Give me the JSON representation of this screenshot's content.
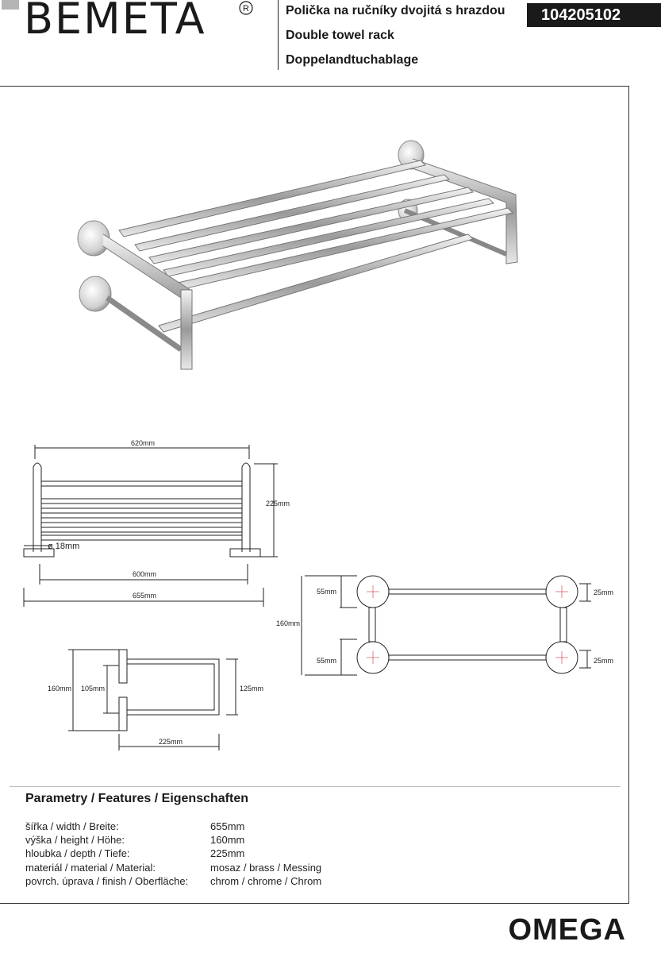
{
  "header": {
    "logo": "BEMETA",
    "title_cz": "Polička na ručníky dvojitá s hrazdou",
    "title_en": "Double towel rack",
    "title_de": "Doppelandtuchablage",
    "product_code": "104205102"
  },
  "dimensions": {
    "front_width": "620mm",
    "front_height": "225mm",
    "tube_diameter": "ø 18mm",
    "inner_width": "600mm",
    "total_width": "655mm",
    "rear_total": "160mm",
    "rear_top_rosette": "55mm",
    "rear_bottom_rosette": "55mm",
    "rosette_right_top": "25mm",
    "rosette_right_bottom": "25mm",
    "side_total": "160mm",
    "side_inner": "105mm",
    "side_right": "125mm",
    "side_depth": "225mm"
  },
  "features": {
    "title": "Parametry / Features / Eigenschaften",
    "rows": [
      {
        "label": "šířka / width / Breite:",
        "value": "655mm"
      },
      {
        "label": "výška / height / Höhe:",
        "value": "160mm"
      },
      {
        "label": "hloubka / depth / Tiefe:",
        "value": "225mm"
      },
      {
        "label": "materiál / material / Material:",
        "value": "mosaz / brass / Messing"
      },
      {
        "label": "povrch. úprava / finish / Oberfläche:",
        "value": "chrom / chrome / Chrom"
      }
    ]
  },
  "series": "OMEGA"
}
